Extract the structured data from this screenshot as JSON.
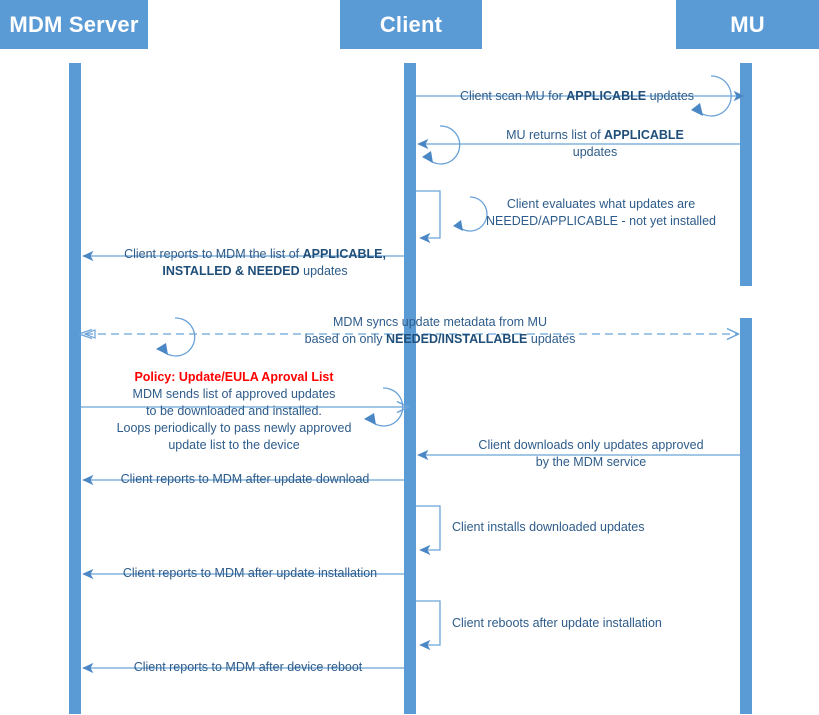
{
  "diagram": {
    "title": "MDM update management sequence",
    "type": "sequence-diagram",
    "colors": {
      "participant_fill": "#5B9BD5",
      "lifeline": "#5B9BD5",
      "arrow": "#5B9BD5",
      "text": "#2E5C8A",
      "emphasis": "#1F4E79",
      "policy": "#FF0000"
    }
  },
  "participants": [
    {
      "id": "mdm",
      "label": "MDM Server"
    },
    {
      "id": "client",
      "label": "Client"
    },
    {
      "id": "mu",
      "label": "MU"
    }
  ],
  "messages": [
    {
      "id": "m1",
      "from": "client",
      "to": "mu",
      "style": "solid",
      "self_loop": true,
      "text_plain": "Client scan MU for APPLICABLE updates",
      "text_html": "Client scan MU for <b>APPLICABLE</b> updates"
    },
    {
      "id": "m2",
      "from": "mu",
      "to": "client",
      "style": "solid",
      "self_loop": true,
      "text_plain": "MU returns list of APPLICABLE updates",
      "text_html": "MU returns list of <b>APPLICABLE</b><br>updates"
    },
    {
      "id": "m3",
      "from": "client",
      "to": "client",
      "style": "solid",
      "self_loop": true,
      "activation": true,
      "text_plain": "Client evaluates what updates are NEEDED/APPLICABLE - not yet installed",
      "text_html": "Client evaluates what updates are<br>NEEDED/APPLICABLE - not yet installed"
    },
    {
      "id": "m4",
      "from": "client",
      "to": "mdm",
      "style": "solid",
      "self_loop": false,
      "text_plain": "Client reports to MDM the list of APPLICABLE, INSTALLED & NEEDED updates",
      "text_html": "Client reports to MDM the list of <b>APPLICABLE,</b><br><b>INSTALLED &amp; NEEDED</b> updates"
    },
    {
      "id": "m5",
      "from": "mdm",
      "to": "mu",
      "style": "dashed",
      "bidirectional": true,
      "self_loop": true,
      "text_plain": "MDM syncs update metadata from MU based on only NEEDED/INSTALLABLE updates",
      "text_html": "MDM syncs update metadata from MU<br>based on only <b>NEEDED/INSTALLABLE</b> updates"
    },
    {
      "id": "m6",
      "from": "mdm",
      "to": "client",
      "style": "solid",
      "self_loop": true,
      "policy_label": "Policy: Update/EULA Aproval List",
      "text_plain": "Policy: Update/EULA Aproval List MDM sends list of approved updates to be downloaded and installed. Loops periodically to pass newly approved update list to the device",
      "text_html": "<span class=\"policy\">Policy: Update/EULA Aproval List</span><br>MDM sends list of approved updates<br>to be downloaded and installed.<br>Loops periodically to pass newly approved<br>update list to the device"
    },
    {
      "id": "m7",
      "from": "mu",
      "to": "client",
      "style": "solid",
      "self_loop": false,
      "text_plain": "Client downloads only updates approved by the MDM service",
      "text_html": "Client downloads only updates approved<br>by the MDM service"
    },
    {
      "id": "m8",
      "from": "client",
      "to": "mdm",
      "style": "solid",
      "self_loop": false,
      "text_plain": "Client reports to MDM after update download",
      "text_html": "Client reports to MDM after update download"
    },
    {
      "id": "m9",
      "from": "client",
      "to": "client",
      "style": "solid",
      "activation": true,
      "text_plain": "Client installs downloaded updates",
      "text_html": "Client installs downloaded updates"
    },
    {
      "id": "m10",
      "from": "client",
      "to": "mdm",
      "style": "solid",
      "self_loop": false,
      "text_plain": "Client reports to MDM after update installation",
      "text_html": "Client reports to MDM after update installation"
    },
    {
      "id": "m11",
      "from": "client",
      "to": "client",
      "style": "solid",
      "activation": true,
      "text_plain": "Client reboots after update installation",
      "text_html": "Client reboots after update installation"
    },
    {
      "id": "m12",
      "from": "client",
      "to": "mdm",
      "style": "solid",
      "self_loop": false,
      "text_plain": "Client reports to MDM after device reboot",
      "text_html": "Client reports to MDM after device reboot"
    }
  ]
}
